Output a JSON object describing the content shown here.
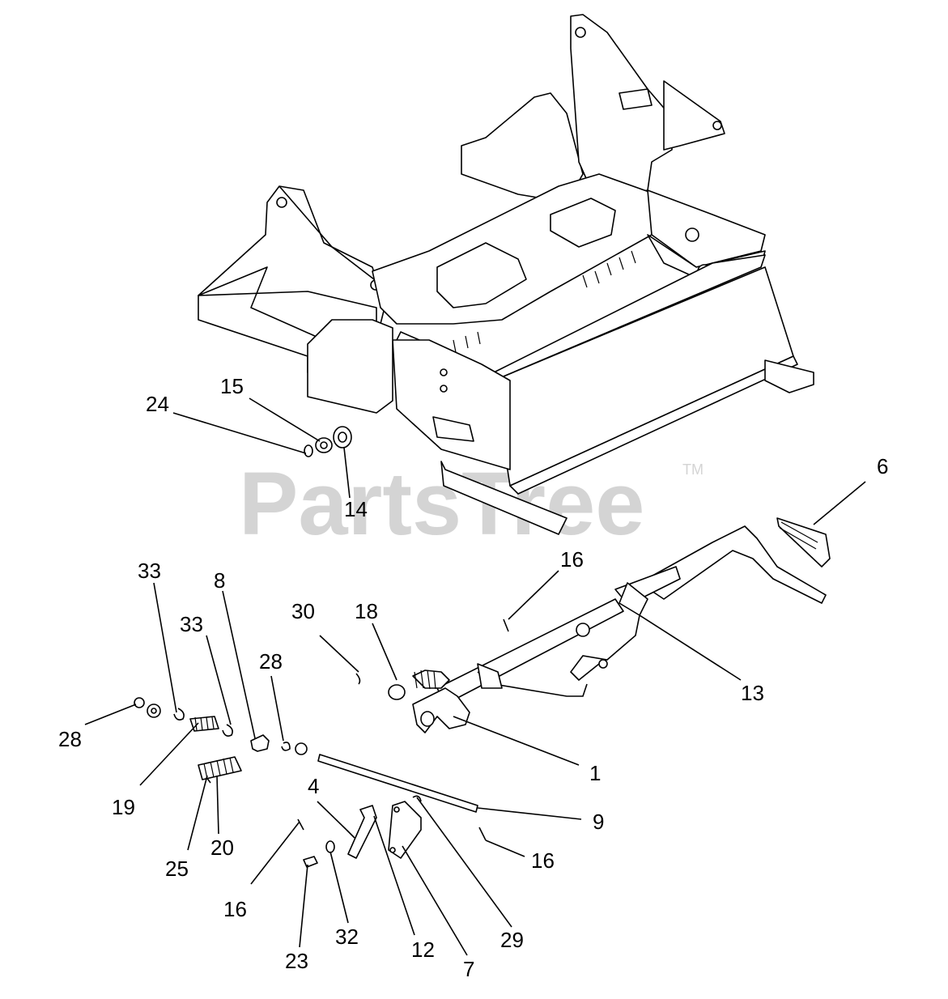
{
  "watermark": {
    "text": "PartsTree",
    "trademark": "TM"
  },
  "labels": [
    {
      "id": "l-24",
      "text": "24"
    },
    {
      "id": "l-15",
      "text": "15"
    },
    {
      "id": "l-14",
      "text": "14"
    },
    {
      "id": "l-6",
      "text": "6"
    },
    {
      "id": "l-16a",
      "text": "16"
    },
    {
      "id": "l-33a",
      "text": "33"
    },
    {
      "id": "l-8",
      "text": "8"
    },
    {
      "id": "l-33b",
      "text": "33"
    },
    {
      "id": "l-30",
      "text": "30"
    },
    {
      "id": "l-18",
      "text": "18"
    },
    {
      "id": "l-28a",
      "text": "28"
    },
    {
      "id": "l-13",
      "text": "13"
    },
    {
      "id": "l-28b",
      "text": "28"
    },
    {
      "id": "l-1",
      "text": "1"
    },
    {
      "id": "l-19",
      "text": "19"
    },
    {
      "id": "l-9",
      "text": "9"
    },
    {
      "id": "l-4",
      "text": "4"
    },
    {
      "id": "l-20",
      "text": "20"
    },
    {
      "id": "l-25",
      "text": "25"
    },
    {
      "id": "l-16b",
      "text": "16"
    },
    {
      "id": "l-16c",
      "text": "16"
    },
    {
      "id": "l-29",
      "text": "29"
    },
    {
      "id": "l-32",
      "text": "32"
    },
    {
      "id": "l-12",
      "text": "12"
    },
    {
      "id": "l-23",
      "text": "23"
    },
    {
      "id": "l-7",
      "text": "7"
    }
  ]
}
